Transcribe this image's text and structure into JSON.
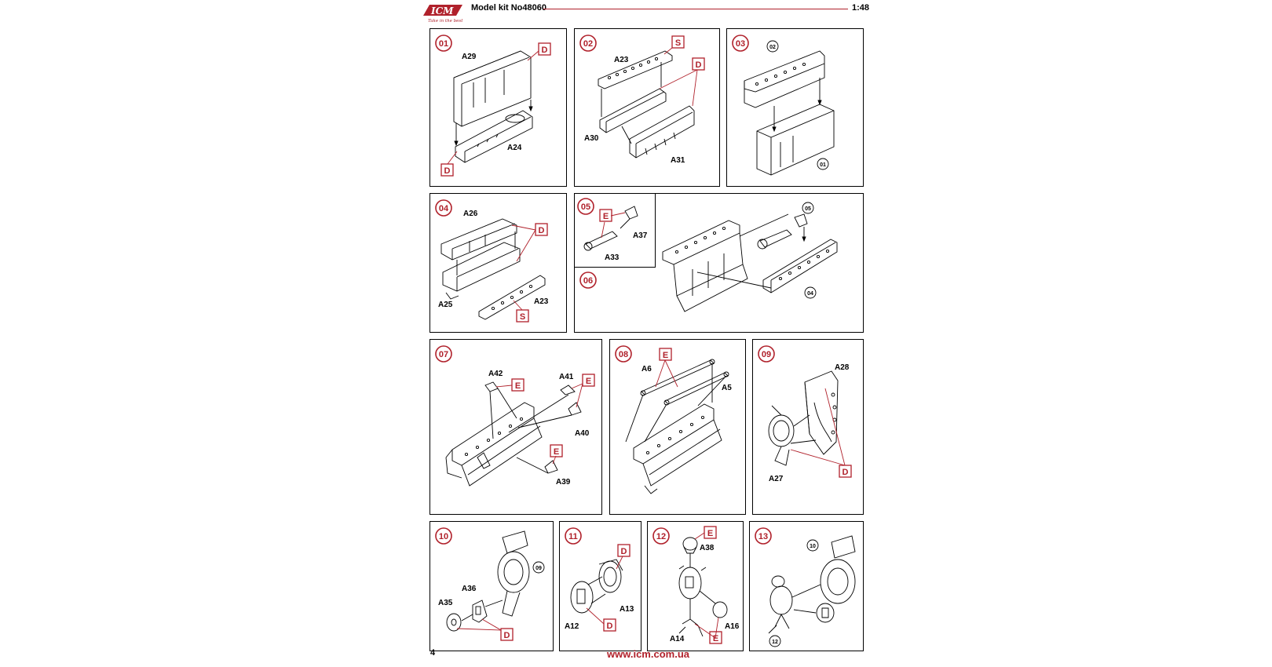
{
  "header": {
    "brand": "ICM",
    "tagline": "Take in the best",
    "kit": "Model kit No48060",
    "scale": "1:48"
  },
  "footer": {
    "page_number": "4",
    "url": "www.icm.com.ua"
  },
  "colors": {
    "accent": "#b0212b",
    "line": "#000000"
  },
  "steps": [
    {
      "number": "01",
      "parts": [
        "A29",
        "A24"
      ],
      "markers": [
        "D",
        "D"
      ]
    },
    {
      "number": "02",
      "parts": [
        "A23",
        "A30",
        "A31"
      ],
      "markers": [
        "S",
        "D"
      ]
    },
    {
      "number": "03",
      "refs": [
        "02",
        "01"
      ]
    },
    {
      "number": "04",
      "parts": [
        "A26",
        "A25",
        "A23"
      ],
      "markers": [
        "D",
        "S"
      ]
    },
    {
      "number": "05",
      "parts": [
        "A37",
        "A33"
      ],
      "markers": [
        "E"
      ]
    },
    {
      "number": "06",
      "refs": [
        "05",
        "04"
      ]
    },
    {
      "number": "07",
      "parts": [
        "A42",
        "A41",
        "A40",
        "A39"
      ],
      "markers": [
        "E",
        "E",
        "E"
      ]
    },
    {
      "number": "08",
      "parts": [
        "A6",
        "A5"
      ],
      "markers": [
        "E"
      ]
    },
    {
      "number": "09",
      "parts": [
        "A28",
        "A27"
      ],
      "markers": [
        "D"
      ]
    },
    {
      "number": "10",
      "parts": [
        "A36",
        "A35"
      ],
      "markers": [
        "D"
      ],
      "refs": [
        "09"
      ]
    },
    {
      "number": "11",
      "parts": [
        "A13",
        "A12"
      ],
      "markers": [
        "D",
        "D"
      ]
    },
    {
      "number": "12",
      "parts": [
        "A38",
        "A16",
        "A14"
      ],
      "markers": [
        "E",
        "E"
      ]
    },
    {
      "number": "13",
      "refs": [
        "10",
        "12"
      ]
    }
  ]
}
